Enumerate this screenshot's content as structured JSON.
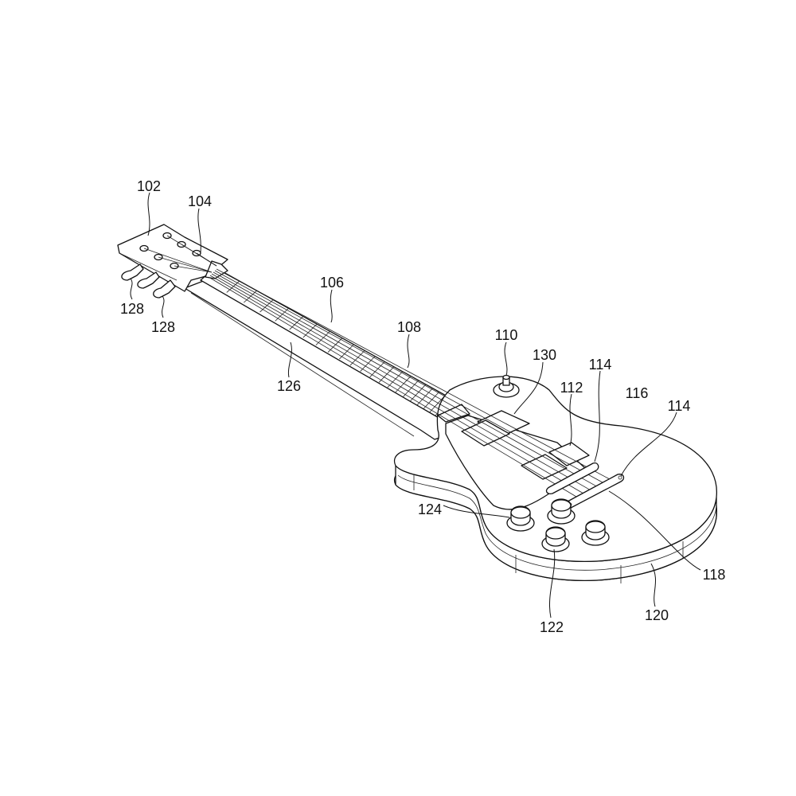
{
  "figure": {
    "labels": {
      "headstock": "102",
      "nut": "104",
      "strings": "106",
      "fretboard": "108",
      "toggle_switch": "110",
      "bridge_pickup": "112",
      "bridge_a": "114",
      "bridge_b": "114",
      "body_top": "116",
      "tailpiece": "118",
      "body_side": "120",
      "knob_a": "122",
      "knob_b": "124",
      "neck": "126",
      "tuner_a": "128",
      "tuner_b": "128",
      "neck_pickup": "130"
    },
    "fret_count": 22,
    "string_count": 6
  }
}
